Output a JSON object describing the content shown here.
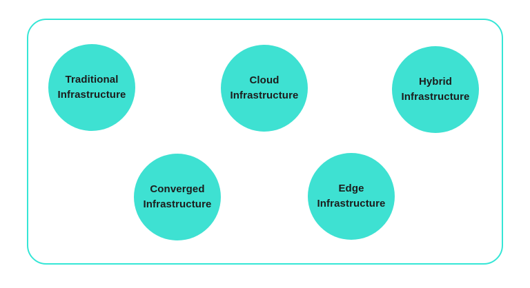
{
  "canvas": {
    "background_color": "#ffffff",
    "frame_border_color": "#35e6d6",
    "circle_fill_color": "#3ee1d2",
    "label_text_color": "#1c1c1c"
  },
  "diagram": {
    "nodes": [
      {
        "id": "traditional",
        "label": "Traditional\nInfrastructure"
      },
      {
        "id": "cloud",
        "label": "Cloud\nInfrastructure"
      },
      {
        "id": "hybrid",
        "label": "Hybrid\nInfrastructure"
      },
      {
        "id": "converged",
        "label": "Converged\nInfrastructure"
      },
      {
        "id": "edge",
        "label": "Edge\nInfrastructure"
      }
    ]
  }
}
